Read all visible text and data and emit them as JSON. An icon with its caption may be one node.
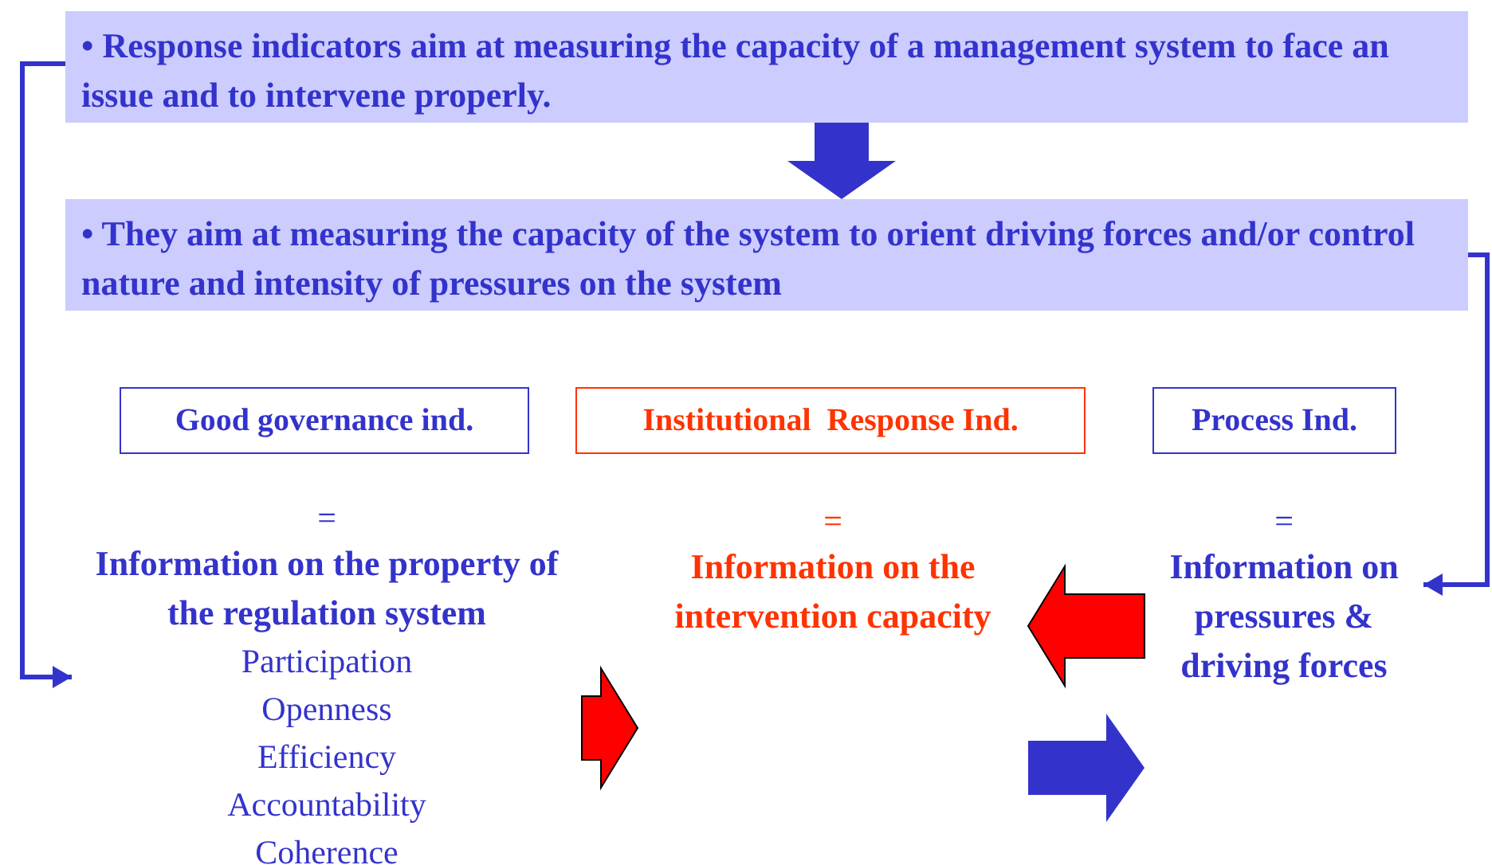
{
  "diagram": {
    "nodes": [
      {
        "text": [
          "• Response indicators aim at measuring the capacity of a management system to face an issue and to intervene properly."
        ]
      },
      {
        "text": [
          "• They aim at measuring the capacity of the system to orient driving forces and/or control nature and intensity of pressures on the system"
        ]
      },
      {
        "text": [
          "Good governance ind."
        ]
      },
      {
        "text": [
          "Institutional  Response Ind."
        ]
      },
      {
        "text": [
          "Process Ind."
        ]
      },
      {
        "text": [
          "=",
          "Information on the property of the regulation system",
          "Participation",
          "Openness",
          "Efficiency",
          "Accountability",
          "Coherence"
        ]
      },
      {
        "text": [
          "=",
          "Information on the intervention capacity"
        ]
      },
      {
        "text": [
          "=",
          "Information on pressures & driving forces"
        ]
      }
    ],
    "edges": [
      {
        "from": 0,
        "to": 1,
        "arrow": "to",
        "style": "thick"
      },
      {
        "from": 0,
        "to": 5,
        "arrow": "to"
      },
      {
        "from": 1,
        "to": 7,
        "arrow": "to"
      },
      {
        "from": 5,
        "to": 6,
        "arrow": "to",
        "style": "thick",
        "color": "#ff0000"
      },
      {
        "from": 7,
        "to": 6,
        "arrow": "to",
        "style": "thick",
        "color": "#ff0000"
      },
      {
        "from": 6,
        "to": 7,
        "arrow": "to",
        "style": "thick"
      }
    ]
  }
}
